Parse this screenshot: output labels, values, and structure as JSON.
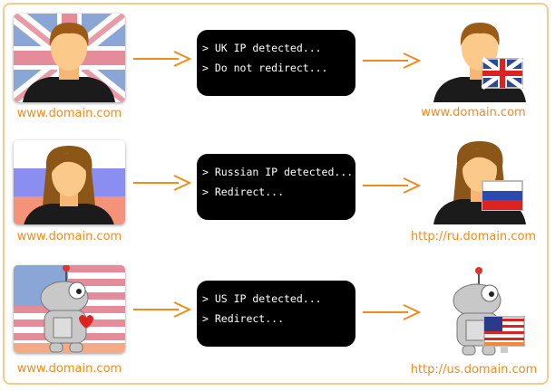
{
  "rows": [
    {
      "country": "uk",
      "source_url": "www.domain.com",
      "terminal": [
        "> UK IP detected...",
        "> Do not redirect..."
      ],
      "target_url": "www.domain.com"
    },
    {
      "country": "ru",
      "source_url": "www.domain.com",
      "terminal": [
        "> Russian IP detected...",
        "> Redirect..."
      ],
      "target_url": "http://ru.domain.com"
    },
    {
      "country": "us",
      "source_url": "www.domain.com",
      "terminal": [
        "> US IP detected...",
        "> Redirect..."
      ],
      "target_url": "http://us.domain.com"
    }
  ],
  "colors": {
    "accent": "#f28b1a",
    "border": "#f7c98e",
    "terminal_bg": "#000000"
  }
}
